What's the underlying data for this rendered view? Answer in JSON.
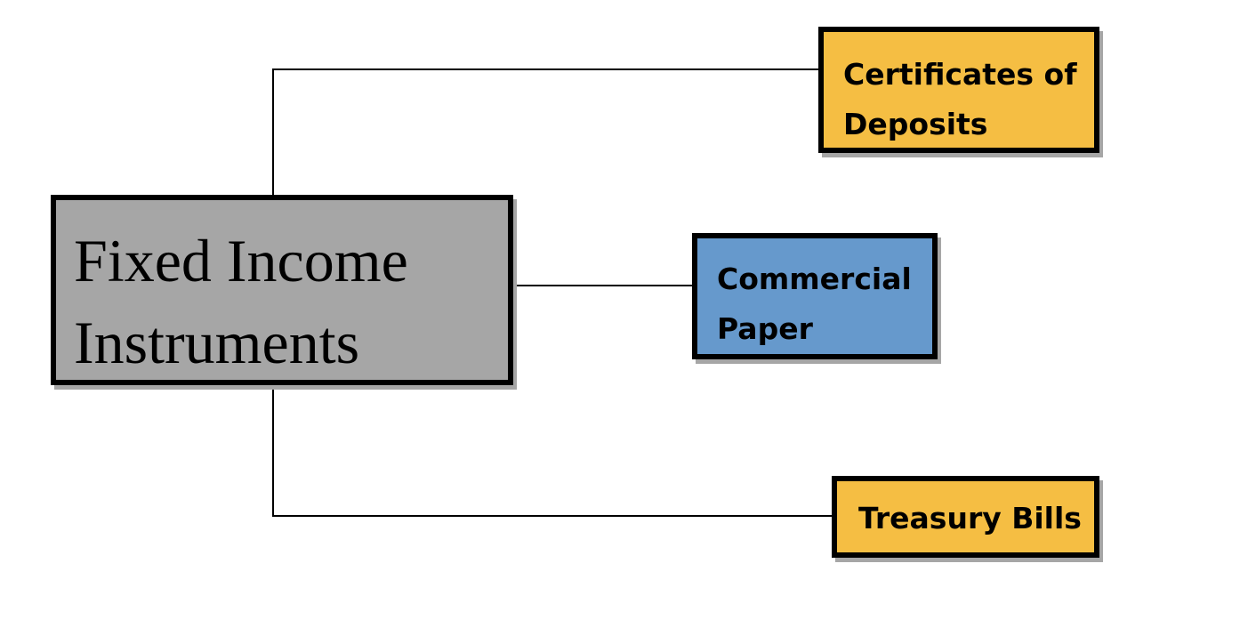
{
  "diagram": {
    "root": {
      "line1": "Fixed Income",
      "line2": "Instruments",
      "fill": "#a6a6a6"
    },
    "children": [
      {
        "line1": "Certificates of",
        "line2": "Deposits",
        "fill": "#f5be43"
      },
      {
        "line1": "Commercial",
        "line2": "Paper",
        "fill": "#6699cc"
      },
      {
        "line1": "Treasury Bills",
        "fill": "#f5be43"
      }
    ]
  }
}
